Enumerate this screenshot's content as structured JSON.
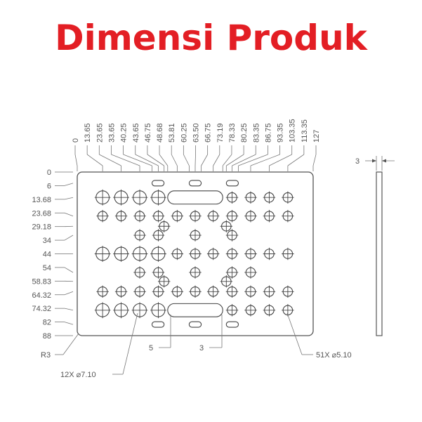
{
  "title": "Dimensi Produk",
  "drawing": {
    "plate_width": 127,
    "plate_height": 88,
    "x_dimensions": [
      "0",
      "13.65",
      "23.65",
      "33.65",
      "40.25",
      "43.65",
      "46.75",
      "48.68",
      "53.81",
      "60.25",
      "63.50",
      "66.75",
      "73.19",
      "78.33",
      "80.25",
      "83.35",
      "86.75",
      "93.35",
      "103.35",
      "113.35",
      "127"
    ],
    "y_dimensions": [
      "0",
      "6",
      "13.68",
      "23.68",
      "29.18",
      "34",
      "44",
      "54",
      "58.83",
      "64.32",
      "74.32",
      "82",
      "88"
    ],
    "thickness_label": "3",
    "corner_radius_label": "R3",
    "large_holes_label": "12X ⌀7.10",
    "small_holes_label": "51X ⌀5.10",
    "slot_dim_left": "5",
    "slot_dim_right": "3",
    "large_hole_diameter": 7.1,
    "small_hole_diameter": 5.1
  }
}
